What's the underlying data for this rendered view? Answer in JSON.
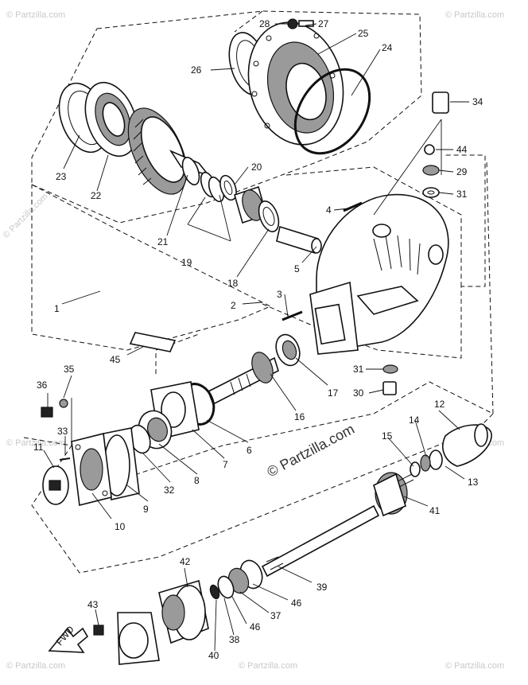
{
  "watermark": {
    "center_text": "© Partzilla.com",
    "corner_text": "© Partzilla.com"
  },
  "callouts": {
    "c1": "1",
    "c2": "2",
    "c3": "3",
    "c4": "4",
    "c5": "5",
    "c6": "6",
    "c7": "7",
    "c8": "8",
    "c9": "9",
    "c10": "10",
    "c11": "11",
    "c12": "12",
    "c13": "13",
    "c14": "14",
    "c15": "15",
    "c16": "16",
    "c17": "17",
    "c18": "18",
    "c19": "19",
    "c20": "20",
    "c21": "21",
    "c22": "22",
    "c23": "23",
    "c24": "24",
    "c25": "25",
    "c26": "26",
    "c27": "27",
    "c28": "28",
    "c29": "29",
    "c30": "30",
    "c31a": "31",
    "c31b": "31",
    "c32": "32",
    "c33": "33",
    "c34": "34",
    "c35": "35",
    "c36": "36",
    "c37": "37",
    "c38": "38",
    "c39": "39",
    "c40": "40",
    "c41": "41",
    "c42": "42",
    "c43": "43",
    "c44": "44",
    "c45": "45",
    "c46a": "46",
    "c46b": "46"
  },
  "fwd_label": "FWD"
}
